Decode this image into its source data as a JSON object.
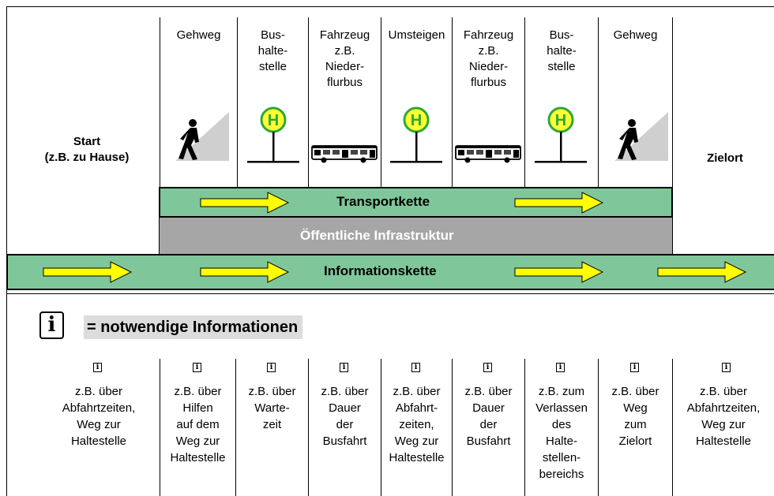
{
  "start_label": "Start\n(z.B. zu Hause)",
  "end_label": "Zielort",
  "stages": [
    {
      "label": "Gehweg",
      "icon": "walking-person-icon"
    },
    {
      "label": "Bus-\nhalte-\nstelle",
      "icon": "bus-stop-sign-icon"
    },
    {
      "label": "Fahrzeug\nz.B.\nNieder-\nflurbus",
      "icon": "low-floor-bus-icon"
    },
    {
      "label": "Umsteigen",
      "icon": "bus-stop-sign-icon"
    },
    {
      "label": "Fahrzeug\nz.B.\nNieder-\nflurbus",
      "icon": "low-floor-bus-icon"
    },
    {
      "label": "Bus-\nhalte-\nstelle",
      "icon": "bus-stop-sign-icon"
    },
    {
      "label": "Gehweg",
      "icon": "walking-person-icon"
    }
  ],
  "bus_stop_letter": "H",
  "bands": {
    "transport": "Transportkette",
    "infrastructure": "Öffentliche Infrastruktur",
    "information": "Informationskette"
  },
  "legend": {
    "icon_letter": "i",
    "text": "= notwendige Informationen"
  },
  "info_icon_letter": "i",
  "info_columns": [
    "z.B. über\nAbfahrtzeiten,\nWeg zur\nHaltestelle",
    "z.B. über\nHilfen\nauf dem\nWeg zur\nHaltestelle",
    "z.B. über\nWarte-\nzeit",
    "z.B. über\nDauer\nder\nBusfahrt",
    "z.B. über\nAbfahrt-\nzeiten,\nWeg zur\nHaltestelle",
    "z.B. über\nDauer\nder\nBusfahrt",
    "z.B. zum\nVerlassen\ndes\nHalte-\nstellen-\nbereichs",
    "z.B. über\nWeg\nzum\nZielort",
    "z.B. über\nAbfahrtzeiten,\nWeg zur\nHaltestelle"
  ],
  "colors": {
    "band_green": "#7fc79a",
    "band_gray": "#a6a6a6",
    "arrow_yellow": "#ffff00",
    "stop_sign_yellow": "#ffff33",
    "stop_sign_green": "#2ea836"
  }
}
